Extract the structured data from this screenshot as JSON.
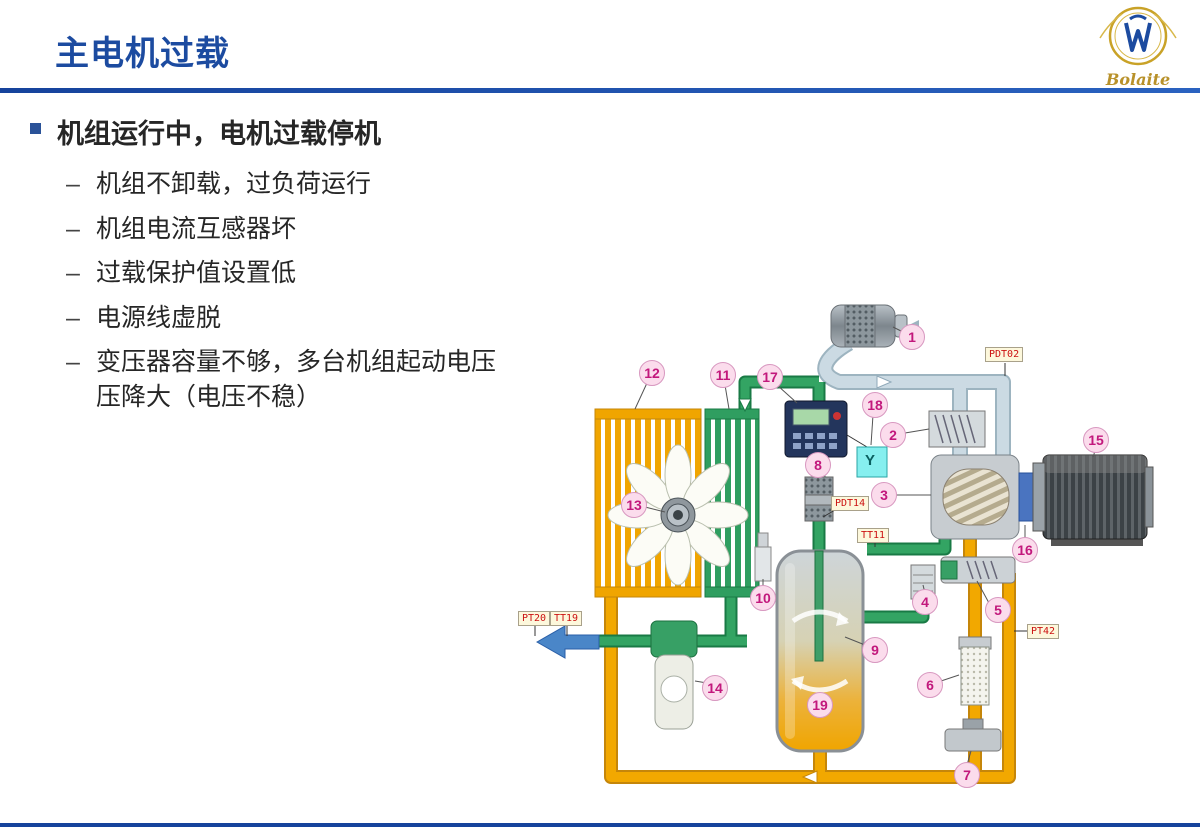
{
  "header": {
    "title": "主电机过载",
    "logo_text": "Bolaite"
  },
  "bullets": {
    "marker": "–",
    "main": "机组运行中，电机过载停机",
    "sub": [
      "机组不卸载，过负荷运行",
      "机组电流互感器坏",
      "过载保护值设置低",
      "电源线虚脱",
      "变压器容量不够，多台机组起动电压压降大（电压不稳）"
    ]
  },
  "diagram": {
    "callouts": [
      "1",
      "2",
      "3",
      "4",
      "5",
      "6",
      "7",
      "8",
      "9",
      "10",
      "11",
      "12",
      "13",
      "14",
      "15",
      "16",
      "17",
      "18",
      "19"
    ],
    "labels": {
      "pdt02": "PDT02",
      "pdt14": "PDT14",
      "tt11": "TT11",
      "pt20": "PT20",
      "tt19": "TT19",
      "pt42": "PT42",
      "solenoid": "Y"
    }
  },
  "colors": {
    "accent_blue": "#1c4ba0",
    "pipe_orange": "#f2a800",
    "pipe_green": "#33a463",
    "pipe_air": "#cbdae3",
    "callout_text": "#c2187c",
    "label_red": "#cc1111",
    "logo_gold": "#b8912a"
  }
}
